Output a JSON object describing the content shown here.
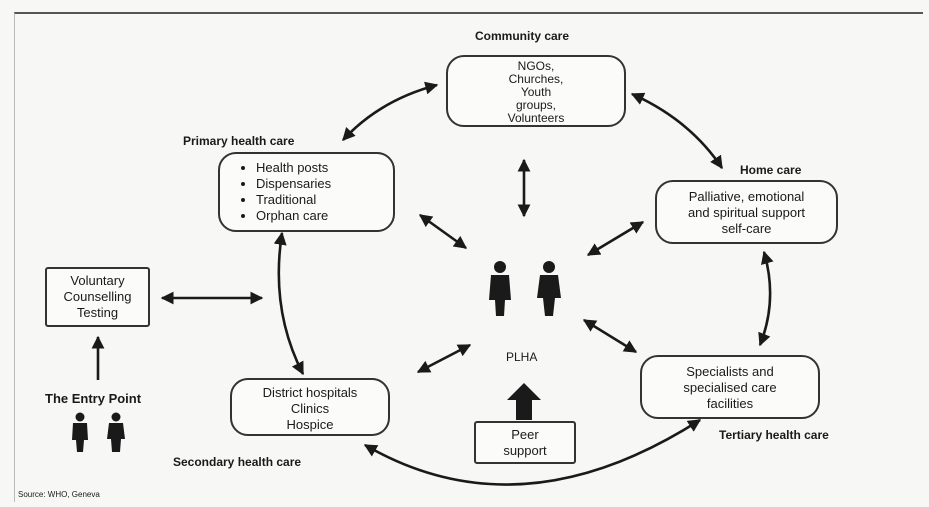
{
  "labels": {
    "community_care": "Community care",
    "primary_health_care": "Primary health care",
    "home_care": "Home care",
    "secondary_health_care": "Secondary health care",
    "tertiary_health_care": "Tertiary health care",
    "entry_point": "The Entry Point",
    "plha": "PLHA"
  },
  "boxes": {
    "community": [
      "NGOs,",
      "Churches,",
      "Youth",
      "groups,",
      "Volunteers"
    ],
    "primary": [
      "Health posts",
      "Dispensaries",
      "Traditional",
      "Orphan care"
    ],
    "home": [
      "Palliative, emotional",
      "and spiritual support",
      "self-care"
    ],
    "tertiary": [
      "Specialists and",
      "specialised care",
      "facilities"
    ],
    "secondary": [
      "District hospitals",
      "Clinics",
      "Hospice"
    ],
    "peer": [
      "Peer",
      "support"
    ],
    "vct": [
      "Voluntary",
      "Counselling",
      "Testing"
    ]
  },
  "source": "Source: WHO, Geneva",
  "colors": {
    "ink": "#1a1a1a",
    "paper": "#f7f7f5"
  }
}
